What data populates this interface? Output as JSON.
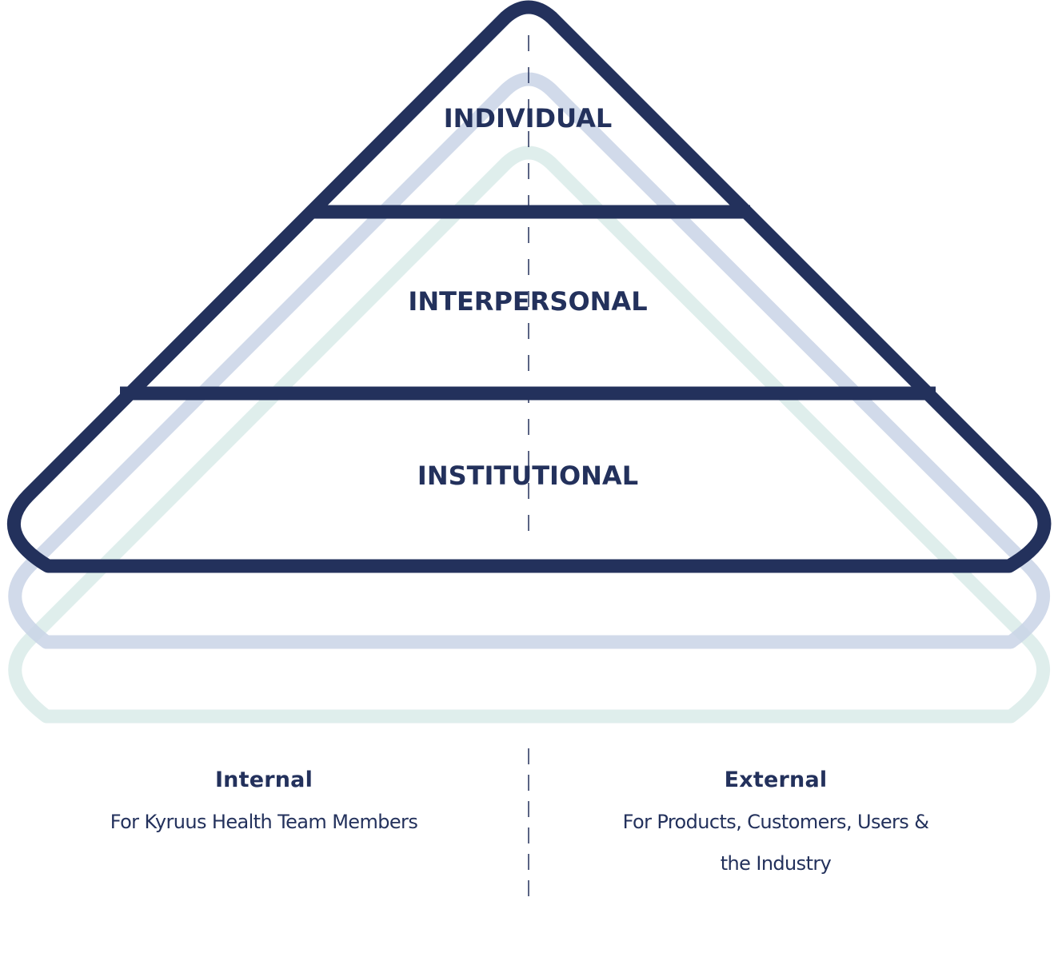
{
  "colors": {
    "primary": "#23315c",
    "shadow_blue": "#d1dbe9",
    "shadow_mint": "#dfeeec",
    "background": "#ffffff"
  },
  "pyramid": {
    "levels": [
      {
        "label": "INDIVIDUAL"
      },
      {
        "label": "INTERPERSONAL"
      },
      {
        "label": "INSTITUTIONAL"
      }
    ]
  },
  "captions": {
    "internal": {
      "title": "Internal",
      "description": "For Kyruus Health Team Members"
    },
    "external": {
      "title": "External",
      "description_line1": "For Products, Customers, Users &",
      "description_line2": "the Industry"
    }
  }
}
